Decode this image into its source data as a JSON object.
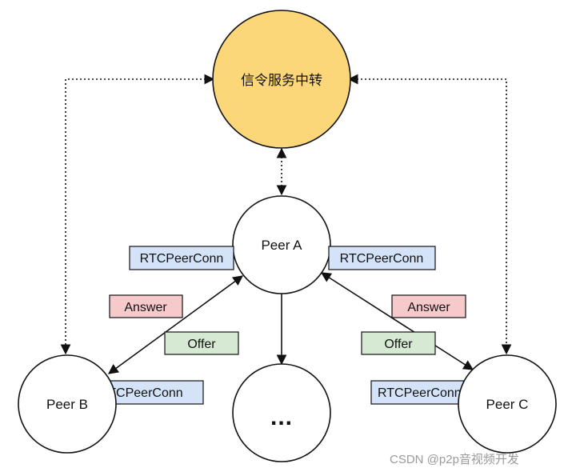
{
  "nodes": {
    "signal_server": "信令服务中转",
    "peer_a": "Peer A",
    "peer_b": "Peer B",
    "peer_c": "Peer C",
    "more": "..."
  },
  "tags": {
    "rtc_left": "RTCPeerConn",
    "rtc_right": "RTCPeerConn",
    "rtc_peer_b": "RTCPeerConn",
    "rtc_peer_c": "RTCPeerConn",
    "answer_left": "Answer",
    "answer_right": "Answer",
    "offer_left": "Offer",
    "offer_right": "Offer"
  },
  "colors": {
    "server_fill": "#fbd77a",
    "rtc_fill": "#d4e3f8",
    "answer_fill": "#f6caca",
    "offer_fill": "#d5e9d3"
  },
  "watermark": "CSDN @p2p音视频开发"
}
